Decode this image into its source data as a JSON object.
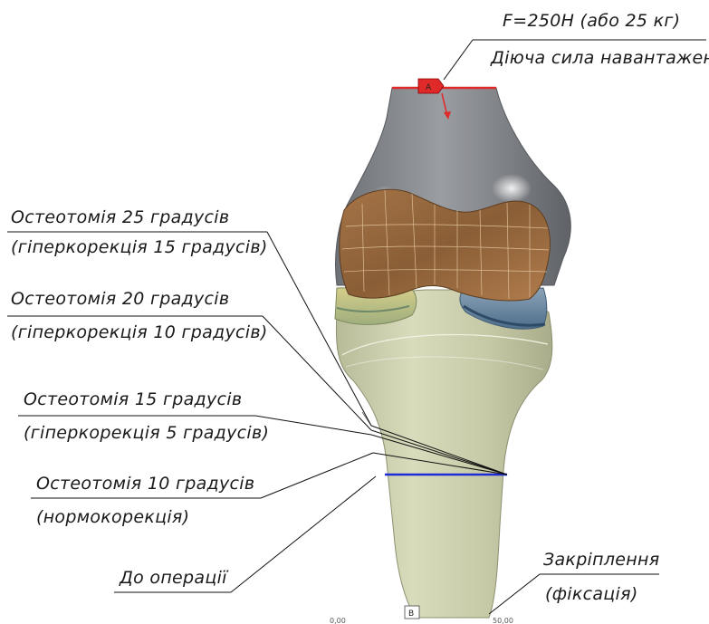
{
  "load": {
    "force_label": "F=250Н (або 25 кг)",
    "caption": "Діюча сила навантажень",
    "marker": "A"
  },
  "annotations": [
    {
      "line1": "Остеотомія 25 градусів",
      "line2": "(гіперкорекція 15 градусів)"
    },
    {
      "line1": "Остеотомія 20 градусів",
      "line2": "(гіперкорекція 10 градусів)"
    },
    {
      "line1": "Остеотомія 15 градусів",
      "line2": "(гіперкорекція 5 градусів)"
    },
    {
      "line1": "Остеотомія 10 градусів",
      "line2": "(нормокорекція)"
    }
  ],
  "preop_label": "До операції",
  "fixation": {
    "line1": "Закріплення",
    "line2": "(фіксація)",
    "marker": "B"
  },
  "scale_ticks": [
    "0,00",
    "50,00"
  ],
  "colors": {
    "femur": "#8a8d92",
    "cartilage": "#9a6a3e",
    "tibia": "#c9cca8",
    "meniscus_left": "#c9c07a",
    "meniscus_right": "#6c8aa6",
    "cut_line": "#1f2bd6",
    "force_marker": "#e02a2a"
  }
}
